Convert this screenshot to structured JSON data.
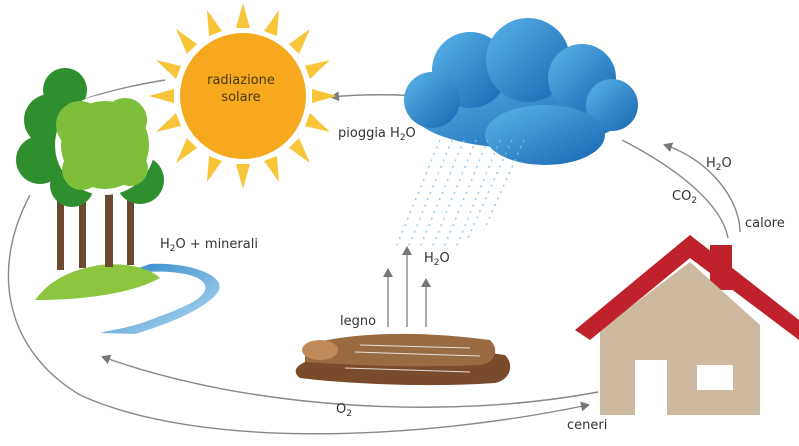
{
  "labels": {
    "sun_line1": "radiazione",
    "sun_line2": "solare",
    "rain": "pioggia H",
    "rain_sub": "2",
    "rain_end": "O",
    "minerals": "H",
    "minerals_sub": "2",
    "minerals_end": "O + minerali",
    "wood_h2o": "H",
    "wood_h2o_sub": "2",
    "wood_h2o_end": "O",
    "wood": "legno",
    "house_h2o": "H",
    "house_h2o_sub": "2",
    "house_h2o_end": "O",
    "co2": "CO",
    "co2_sub": "2",
    "heat": "calore",
    "oxygen": "O",
    "oxygen_sub": "2",
    "ashes": "ceneri"
  },
  "colors": {
    "sun": "#f6a81f",
    "sun_rays": "#f8c43a",
    "cloud_dark": "#1877c0",
    "cloud_light": "#4aa3de",
    "tree_dark": "#2f8f2f",
    "tree_light": "#7dbf3a",
    "trunk": "#6b4a2f",
    "water": "#2e8fd0",
    "wood": "#8a5a34",
    "roof": "#c0222b",
    "house_wall": "#cdb9a0",
    "arrow": "#777777"
  }
}
